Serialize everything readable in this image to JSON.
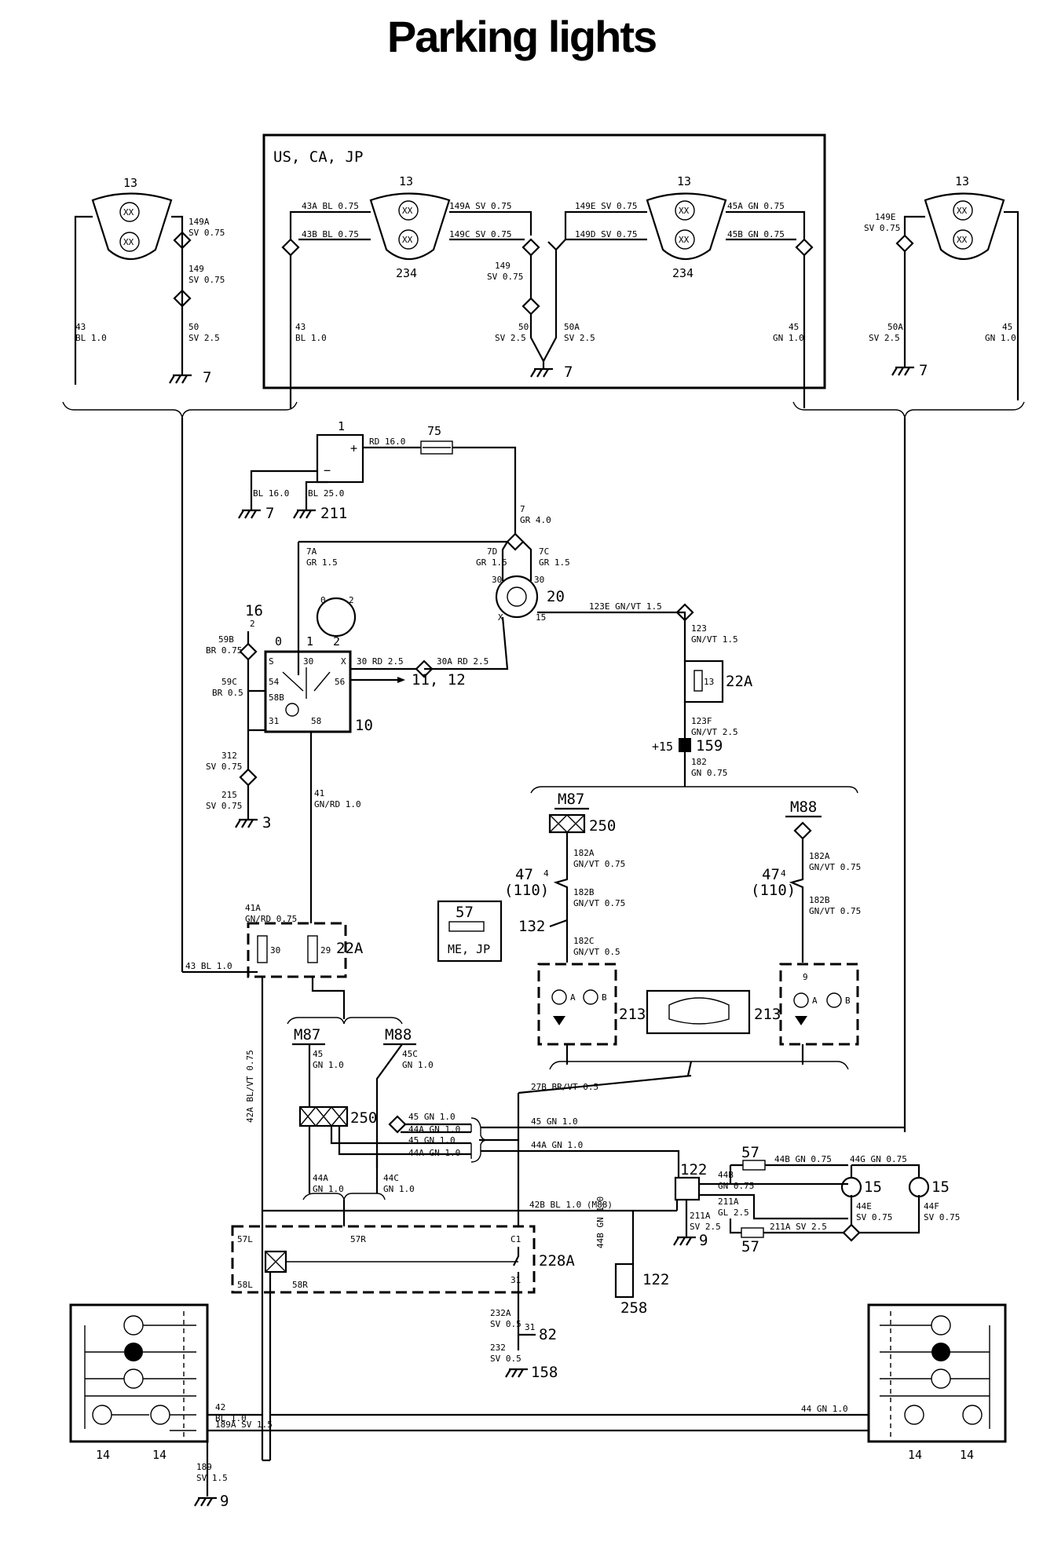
{
  "title": "Parking lights",
  "region": "US, CA, JP",
  "market_box": "ME, JP",
  "components": {
    "c13": "13",
    "c234": "234",
    "c1": "1",
    "c75": "75",
    "c20": "20",
    "c16": "16",
    "c10": "10",
    "c22a": "22A",
    "c159": "159",
    "plus15": "+15",
    "m87": "M87",
    "m88": "M88",
    "c250": "250",
    "c47": "47",
    "c110": "(110)",
    "c132": "132",
    "c57": "57",
    "c213": "213",
    "c122": "122",
    "c15": "15",
    "c228a": "228A",
    "c258": "258",
    "c82": "82",
    "c14": "14",
    "c11_12": "11, 12"
  },
  "grounds": {
    "g7": "7",
    "g211": "211",
    "g3": "3",
    "g9": "9",
    "g158": "158"
  },
  "wires": {
    "w149a": "149A",
    "sv075": "SV 0.75",
    "w149": "149",
    "w50": "50",
    "sv25": "SV 2.5",
    "w43": "43",
    "bl10": "BL 1.0",
    "w43a": "43A  BL 0.75",
    "w43b": "43B  BL 0.75",
    "w149a_top": "149A  SV 0.75",
    "w149c": "149C  SV 0.75",
    "w149e_top": "149E  SV 0.75",
    "w149d": "149D  SV 0.75",
    "w45a_top": "45A  GN 0.75",
    "w45b_top": "45B  GN 0.75",
    "w50a": "50A",
    "w45": "45",
    "gn10": "GN 1.0",
    "w149e": "149E",
    "rd160": "RD 16.0",
    "bl160": "BL 16.0",
    "bl250": "BL 25.0",
    "w7": "7",
    "gr40": "GR 4.0",
    "w7a": "7A",
    "gr15": "GR 1.5",
    "w7d": "7D",
    "w7c": "7C",
    "w123e": "123E  GN/VT 1.5",
    "w123": "123",
    "gnvt15": "GN/VT 1.5",
    "w123f": "123F",
    "gnvt25": "GN/VT 2.5",
    "w182": "182",
    "gn075": "GN 0.75",
    "w59b": "59B",
    "br075": "BR 0.75",
    "w59c": "59C",
    "br05": "BR 0.5",
    "w30": "30  RD 2.5",
    "w30a": "30A  RD 2.5",
    "w312": "312",
    "w215": "215",
    "w41": "41",
    "gnrd10": "GN/RD 1.0",
    "w41a": "41A",
    "gnrd075": "GN/RD 0.75",
    "w43bl": "43  BL 1.0",
    "w182a": "182A",
    "gnvt075": "GN/VT 0.75",
    "w182b": "182B",
    "w182c": "182C",
    "gnvt05": "GN/VT 0.5",
    "w27b": "27B  BR/VT 0.5",
    "w45c": "45C",
    "w42a": "42A  BL/VT 0.75",
    "w45gn": "45  GN 1.0",
    "w44a": "44A  GN 1.0",
    "w44a2": "44A",
    "w44c": "44C",
    "w44b": "44B  GN 0.75",
    "w44g": "44G  GN 0.75",
    "w44b2": "44B",
    "w211a": "211A",
    "gl25": "GL 2.5",
    "sv25b": "SV 2.5",
    "w211a2": "211A  SV 2.5",
    "w44e": "44E",
    "w44f": "44F",
    "w42b": "42B  BL 1.0 (M88)",
    "w44b3": "44B  GN 1.0",
    "w232a": "232A",
    "sv05": "SV 0.5",
    "w232": "232",
    "w42": "42",
    "w189a": "189A  SV 1.5",
    "w189": "189",
    "sv15": "SV 1.5",
    "w44": "44  GN 1.0"
  },
  "pins": {
    "p0": "0",
    "p1": "1",
    "p2": "2",
    "pS": "S",
    "p30": "30",
    "pX": "X",
    "p54": "54",
    "p56": "56",
    "p58b": "58B",
    "p31": "31",
    "p58": "58",
    "p15": "15",
    "p13": "13",
    "p29": "29",
    "p4": "4",
    "pA": "A",
    "pB": "B",
    "p9": "9",
    "pC1": "C1",
    "p57l": "57L",
    "p57r": "57R",
    "p58l": "58L",
    "p58r": "58R"
  }
}
